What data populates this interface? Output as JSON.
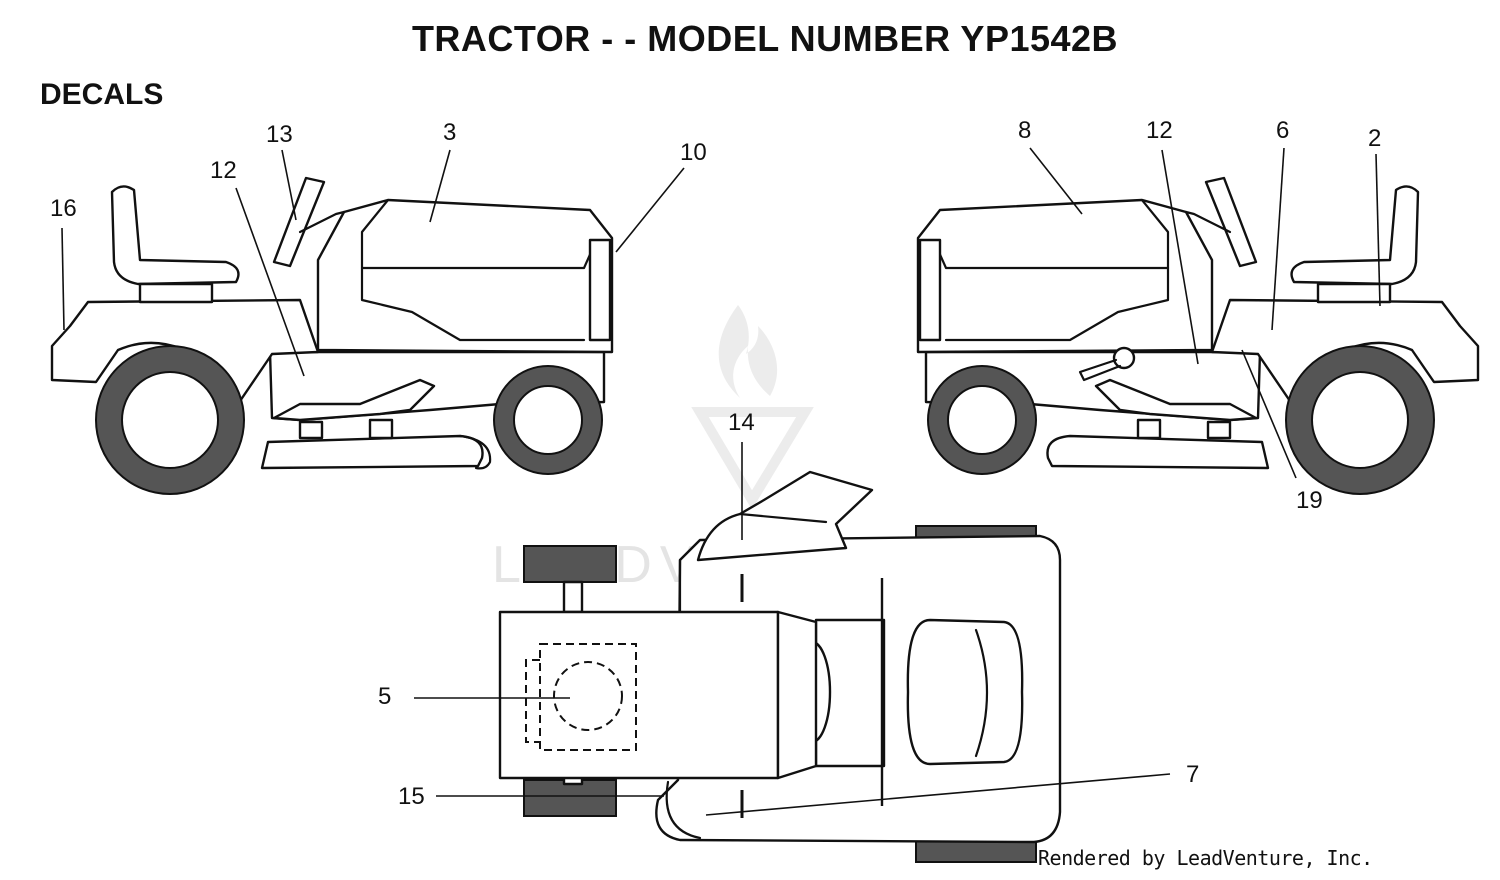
{
  "title": "TRACTOR - - MODEL NUMBER YP1542B",
  "section": "DECALS",
  "credit": "Rendered by LeadVenture, Inc.",
  "watermark": "LEADVENTURE",
  "callouts": {
    "left_16": "16",
    "left_12": "12",
    "left_13": "13",
    "left_3": "3",
    "left_10": "10",
    "right_8": "8",
    "right_12": "12",
    "right_6": "6",
    "right_2": "2",
    "right_19": "19",
    "top_14": "14",
    "top_5": "5",
    "top_15": "15",
    "top_7": "7"
  }
}
